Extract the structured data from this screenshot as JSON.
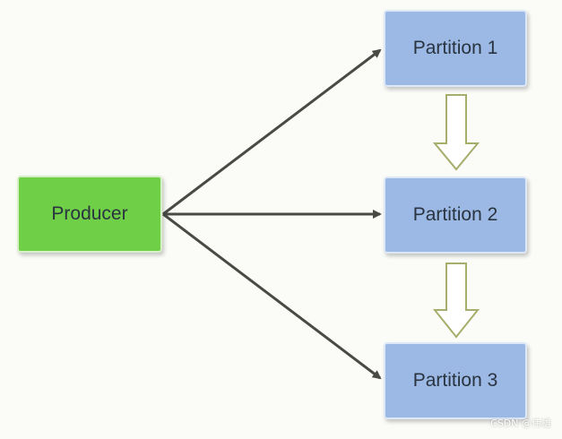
{
  "nodes": {
    "producer": "Producer",
    "partition_1": "Partition 1",
    "partition_2": "Partition 2",
    "partition_3": "Partition 3"
  },
  "watermark": "CSDN @伟雄",
  "colors": {
    "producer": "#6fcf46",
    "partition": "#9bb9e4",
    "arrow": "#4a4a44",
    "block_arrow_fill": "#ffffff",
    "block_arrow_stroke": "#a7ad6a"
  }
}
